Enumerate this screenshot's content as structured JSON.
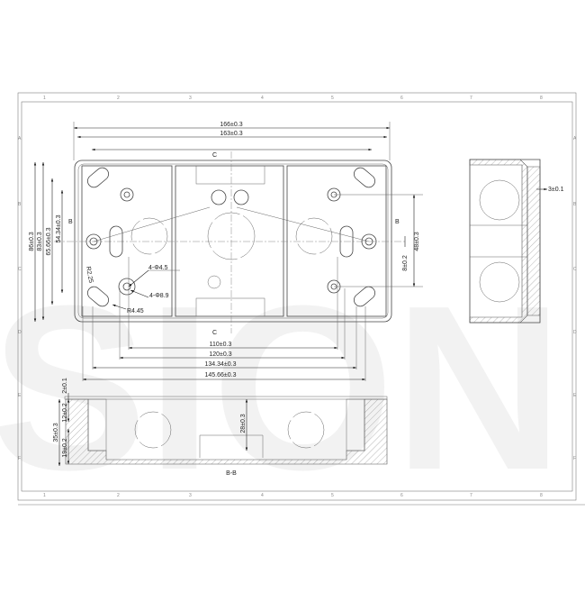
{
  "watermark": "SION",
  "border": {
    "columns": [
      "1",
      "2",
      "3",
      "4",
      "5",
      "6",
      "7",
      "8"
    ],
    "rows": [
      "A",
      "B",
      "C",
      "D",
      "E",
      "F"
    ]
  },
  "plan_view": {
    "dims": {
      "overall_width": "166±0.3",
      "inner_width": "163±0.3",
      "overall_height": "86±0.3",
      "inner_height": "83±0.3",
      "slot_span_outer": "65.66±0.3",
      "slot_span_inner": "54.34±0.3",
      "hole_small": "4-Φ4.5",
      "hole_large": "4-Φ8.9",
      "radius_outer": "R4.45",
      "radius_inner": "R2.25",
      "span_110": "110±0.3",
      "span_120": "120±0.3",
      "span_134": "134.34±0.3",
      "span_145": "145.66±0.3",
      "right_height": "48±0.3",
      "right_offset": "8±0.2"
    },
    "section_marks": {
      "b": "B",
      "c": "C"
    }
  },
  "section_view": {
    "label": "B-B",
    "dims": {
      "rim": "2±0.1",
      "upper": "12±0.2",
      "total": "35±0.3",
      "lower": "19±0.2",
      "depth": "28±0.3"
    }
  },
  "side_view": {
    "dims": {
      "wall": "3±0.1"
    }
  }
}
